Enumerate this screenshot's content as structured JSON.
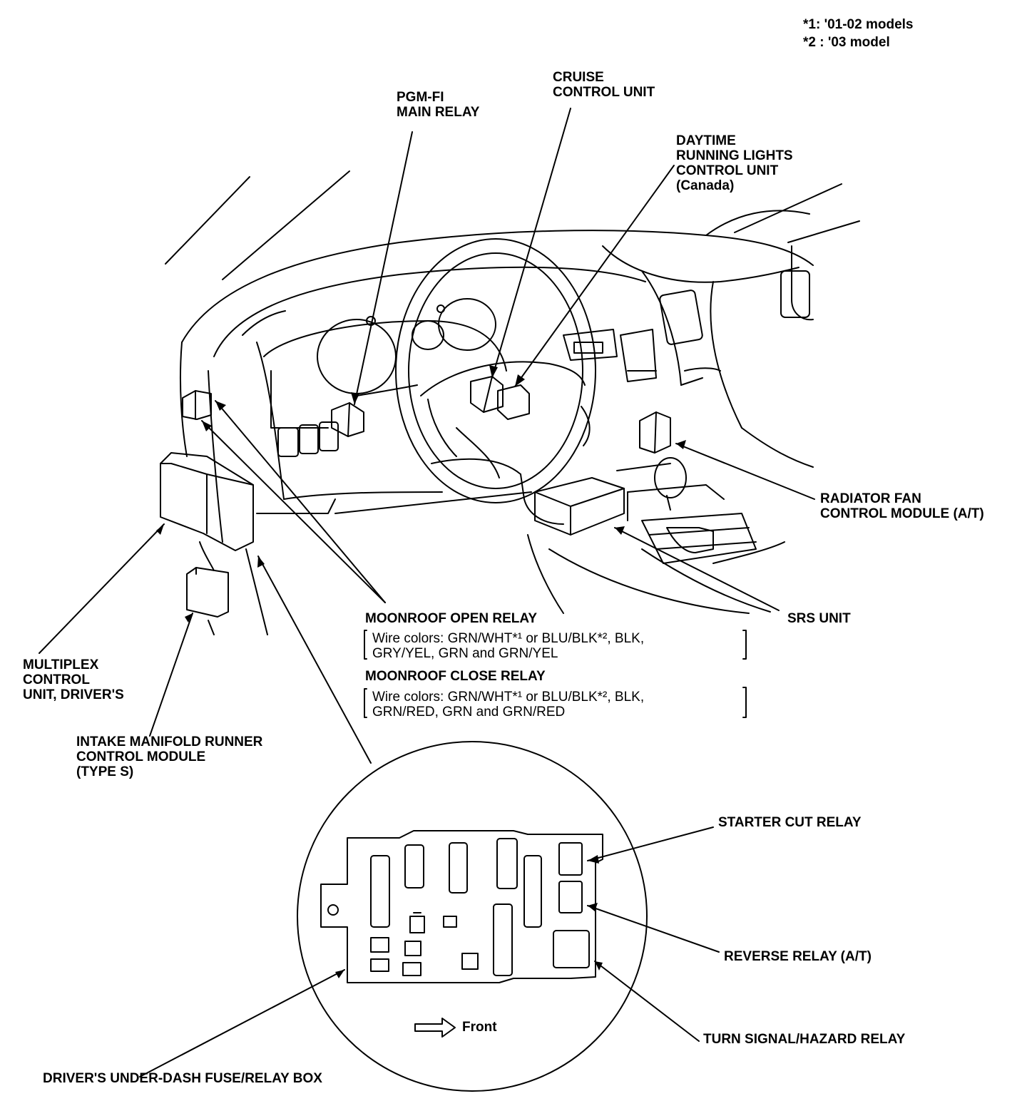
{
  "notes": {
    "note_1": "*1: '01-02 models",
    "note_2": "*2 : '03 model"
  },
  "labels": {
    "pgm_fi": [
      "PGM-FI",
      "MAIN RELAY"
    ],
    "cruise": [
      "CRUISE",
      "CONTROL UNIT"
    ],
    "daytime": [
      "DAYTIME",
      "RUNNING LIGHTS",
      "CONTROL UNIT",
      "(Canada)"
    ],
    "radiator": [
      "RADIATOR FAN",
      "CONTROL MODULE (A/T)"
    ],
    "srs": [
      "SRS UNIT"
    ],
    "multiplex": [
      "MULTIPLEX",
      "CONTROL",
      "UNIT, DRIVER'S"
    ],
    "intake": [
      "INTAKE MANIFOLD RUNNER",
      "CONTROL MODULE",
      "(TYPE S)"
    ],
    "moonroof_open": {
      "title": "MOONROOF OPEN RELAY",
      "wires": [
        "Wire colors: GRN/WHT*¹ or BLU/BLK*², BLK,",
        "GRY/YEL, GRN and GRN/YEL"
      ]
    },
    "moonroof_close": {
      "title": "MOONROOF CLOSE RELAY",
      "wires": [
        "Wire colors: GRN/WHT*¹ or BLU/BLK*², BLK,",
        "GRN/RED, GRN and GRN/RED"
      ]
    },
    "starter_cut": [
      "STARTER CUT RELAY"
    ],
    "reverse": [
      "REVERSE RELAY (A/T)"
    ],
    "turn_signal": [
      "TURN SIGNAL/HAZARD RELAY"
    ],
    "fuse_box": [
      "DRIVER'S UNDER-DASH FUSE/RELAY BOX"
    ]
  },
  "front_label": "Front"
}
